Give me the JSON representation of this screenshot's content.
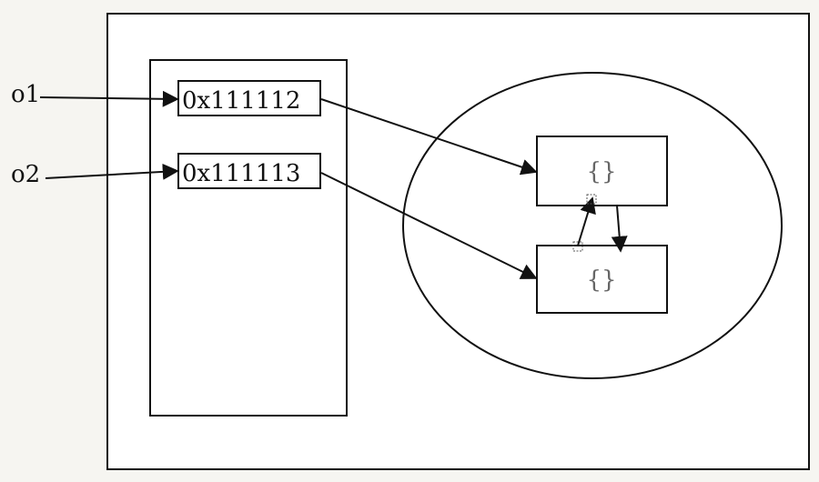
{
  "variables": [
    {
      "name": "o1"
    },
    {
      "name": "o2"
    }
  ],
  "stack": {
    "cells": [
      {
        "address": "0x111112"
      },
      {
        "address": "0x111113"
      }
    ]
  },
  "heap": {
    "objects": [
      {
        "text": "{}"
      },
      {
        "text": "{}"
      }
    ]
  },
  "colors": {
    "background": "#f6f5f1",
    "line": "#111111",
    "object_text": "#666666"
  }
}
